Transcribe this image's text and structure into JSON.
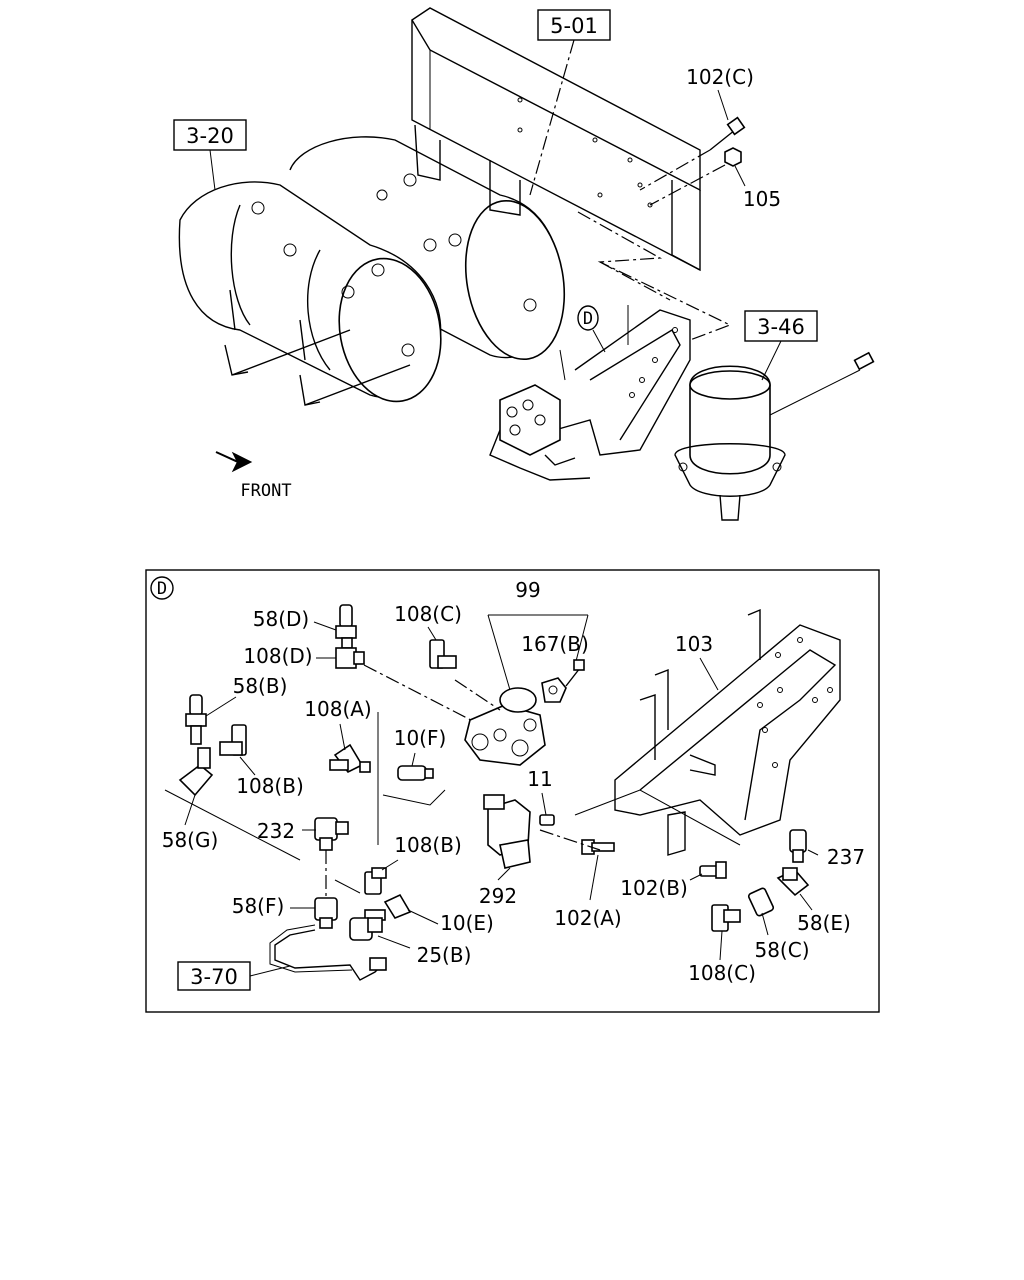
{
  "top_view": {
    "ref_frame": "5-01",
    "ref_tanks": "3-20",
    "ref_dryer": "3-46",
    "callout_detail": "D",
    "front_label": "FRONT",
    "parts": {
      "bolt": "102(C)",
      "nut": "105"
    }
  },
  "detail": {
    "marker": "D",
    "ref_pipe": "3-70",
    "labels": {
      "p99": "99",
      "p58D": "58(D)",
      "p108C_top": "108(C)",
      "p167B": "167(B)",
      "p103": "103",
      "p108D": "108(D)",
      "p58B": "58(B)",
      "p108A": "108(A)",
      "p10F": "10(F)",
      "p108B_left": "108(B)",
      "p11": "11",
      "p58G": "58(G)",
      "p232": "232",
      "p108B_mid": "108(B)",
      "p237": "237",
      "p292": "292",
      "p102B": "102(B)",
      "p58F": "58(F)",
      "p10E": "10(E)",
      "p102A": "102(A)",
      "p58E": "58(E)",
      "p25B": "25(B)",
      "p58C": "58(C)",
      "p108C_bottom": "108(C)"
    }
  }
}
